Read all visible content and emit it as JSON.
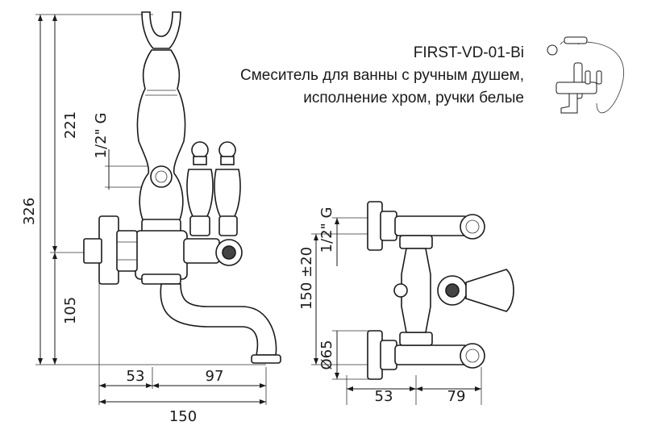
{
  "product": {
    "model": "FIRST-VD-01-Bi",
    "description_line1": "Смеситель для ванны с ручным душем,",
    "description_line2": "исполнение хром, ручки белые"
  },
  "dimensions": {
    "total_height": "326",
    "height_upper": "221",
    "height_lower": "105",
    "thread_side": "1/2\" G",
    "spout_left": "53",
    "spout_right": "97",
    "total_width": "150",
    "thread_top": "1/2\" G",
    "center_distance": "150 ±20",
    "flange_diameter": "Ø65",
    "top_left": "53",
    "top_right": "79"
  }
}
